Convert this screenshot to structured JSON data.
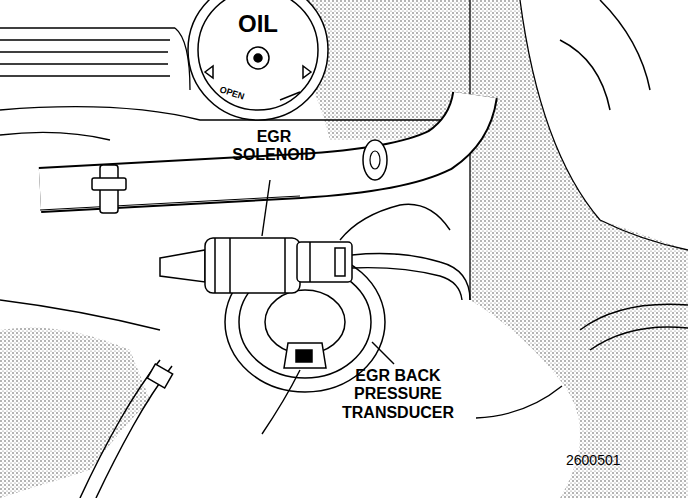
{
  "diagram": {
    "labels": [
      "OIL",
      "OPEN",
      "EGR SOLENOID",
      "EGR BACK PRESSURE TRANSDUCER",
      "2600501"
    ]
  }
}
